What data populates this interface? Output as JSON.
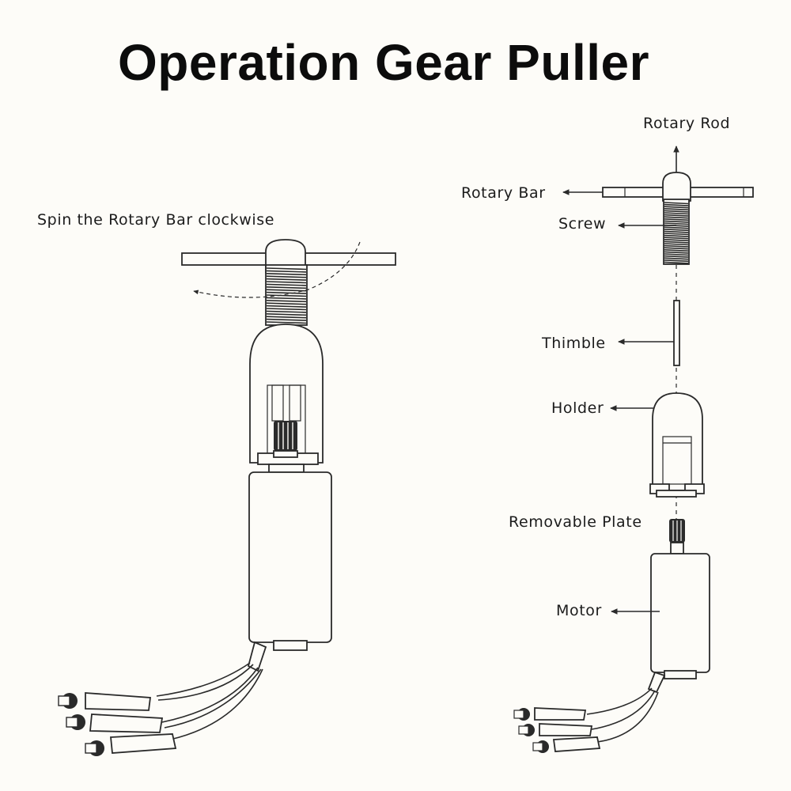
{
  "title": "Operation Gear Puller",
  "instruction": "Spin the Rotary Bar clockwise",
  "labels": {
    "rotary_rod": "Rotary Rod",
    "rotary_bar": "Rotary Bar",
    "screw": "Screw",
    "thimble": "Thimble",
    "holder": "Holder",
    "removable_plate": "Removable Plate",
    "motor": "Motor"
  },
  "colors": {
    "ink": "#1c1c1c",
    "background": "#fdfcf8"
  }
}
